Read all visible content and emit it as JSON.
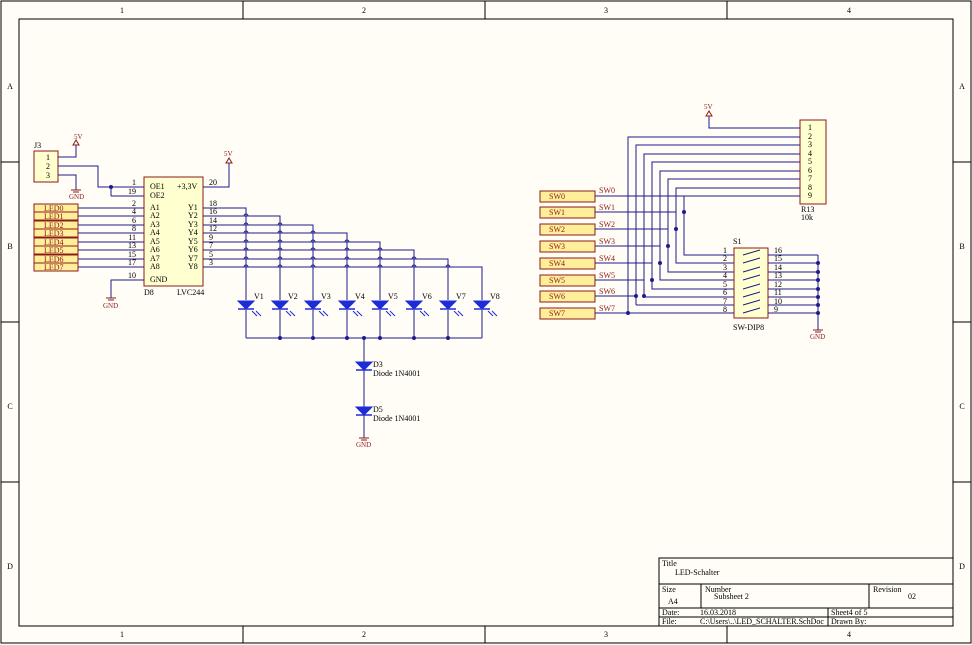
{
  "border": {
    "columns": [
      "1",
      "2",
      "3",
      "4"
    ],
    "rows": [
      "A",
      "B",
      "C",
      "D"
    ]
  },
  "power": {
    "vcc": "5V",
    "gnd": "GND"
  },
  "connector_j3": {
    "ref": "J3",
    "pins": [
      "1",
      "2",
      "3"
    ]
  },
  "buffer_u": {
    "ref": "D8",
    "part": "LVC244",
    "left_pins": [
      {
        "num": "1",
        "name": "OE1"
      },
      {
        "num": "19",
        "name": "OE2"
      },
      {
        "num": "2",
        "name": "A1"
      },
      {
        "num": "4",
        "name": "A2"
      },
      {
        "num": "6",
        "name": "A3"
      },
      {
        "num": "8",
        "name": "A4"
      },
      {
        "num": "11",
        "name": "A5"
      },
      {
        "num": "13",
        "name": "A6"
      },
      {
        "num": "15",
        "name": "A7"
      },
      {
        "num": "17",
        "name": "A8"
      },
      {
        "num": "10",
        "name": "GND"
      }
    ],
    "supply": {
      "num": "20",
      "name": "+3,3V"
    },
    "right_pins": [
      {
        "num": "18",
        "name": "Y1"
      },
      {
        "num": "16",
        "name": "Y2"
      },
      {
        "num": "14",
        "name": "Y3"
      },
      {
        "num": "12",
        "name": "Y4"
      },
      {
        "num": "9",
        "name": "Y5"
      },
      {
        "num": "7",
        "name": "Y6"
      },
      {
        "num": "5",
        "name": "Y7"
      },
      {
        "num": "3",
        "name": "Y8"
      }
    ]
  },
  "led_ports": [
    "LED0",
    "LED1",
    "LED2",
    "LED3",
    "LED4",
    "LED5",
    "LED6",
    "LED7"
  ],
  "leds": [
    "V1",
    "V2",
    "V3",
    "V4",
    "V5",
    "V6",
    "V7",
    "V8"
  ],
  "diodes": [
    {
      "ref": "D3",
      "value": "Diode 1N4001"
    },
    {
      "ref": "D5",
      "value": "Diode 1N4001"
    }
  ],
  "sw_ports": [
    "SW0",
    "SW1",
    "SW2",
    "SW3",
    "SW4",
    "SW5",
    "SW6",
    "SW7"
  ],
  "resistor_pack": {
    "ref": "R13",
    "value": "10k",
    "pins": [
      "1",
      "2",
      "3",
      "4",
      "5",
      "6",
      "7",
      "8",
      "9"
    ]
  },
  "dip_switch": {
    "ref": "S1",
    "part": "SW-DIP8",
    "left_pins": [
      "1",
      "2",
      "3",
      "4",
      "5",
      "6",
      "7",
      "8"
    ],
    "right_pins": [
      "16",
      "15",
      "14",
      "13",
      "12",
      "11",
      "10",
      "9"
    ]
  },
  "title_block": {
    "title_label": "Title",
    "title": "LED-Schalter",
    "size_label": "Size",
    "size": "A4",
    "number_label": "Number",
    "number": "Subsheet 2",
    "revision_label": "Revision",
    "revision": "02",
    "date_label": "Date:",
    "date": "16.03.2018",
    "sheet": "Sheet4 of 5",
    "file_label": "File:",
    "file": "C:\\Users\\..\\LED_SCHALTER.SchDoc",
    "drawn_label": "Drawn By:"
  }
}
